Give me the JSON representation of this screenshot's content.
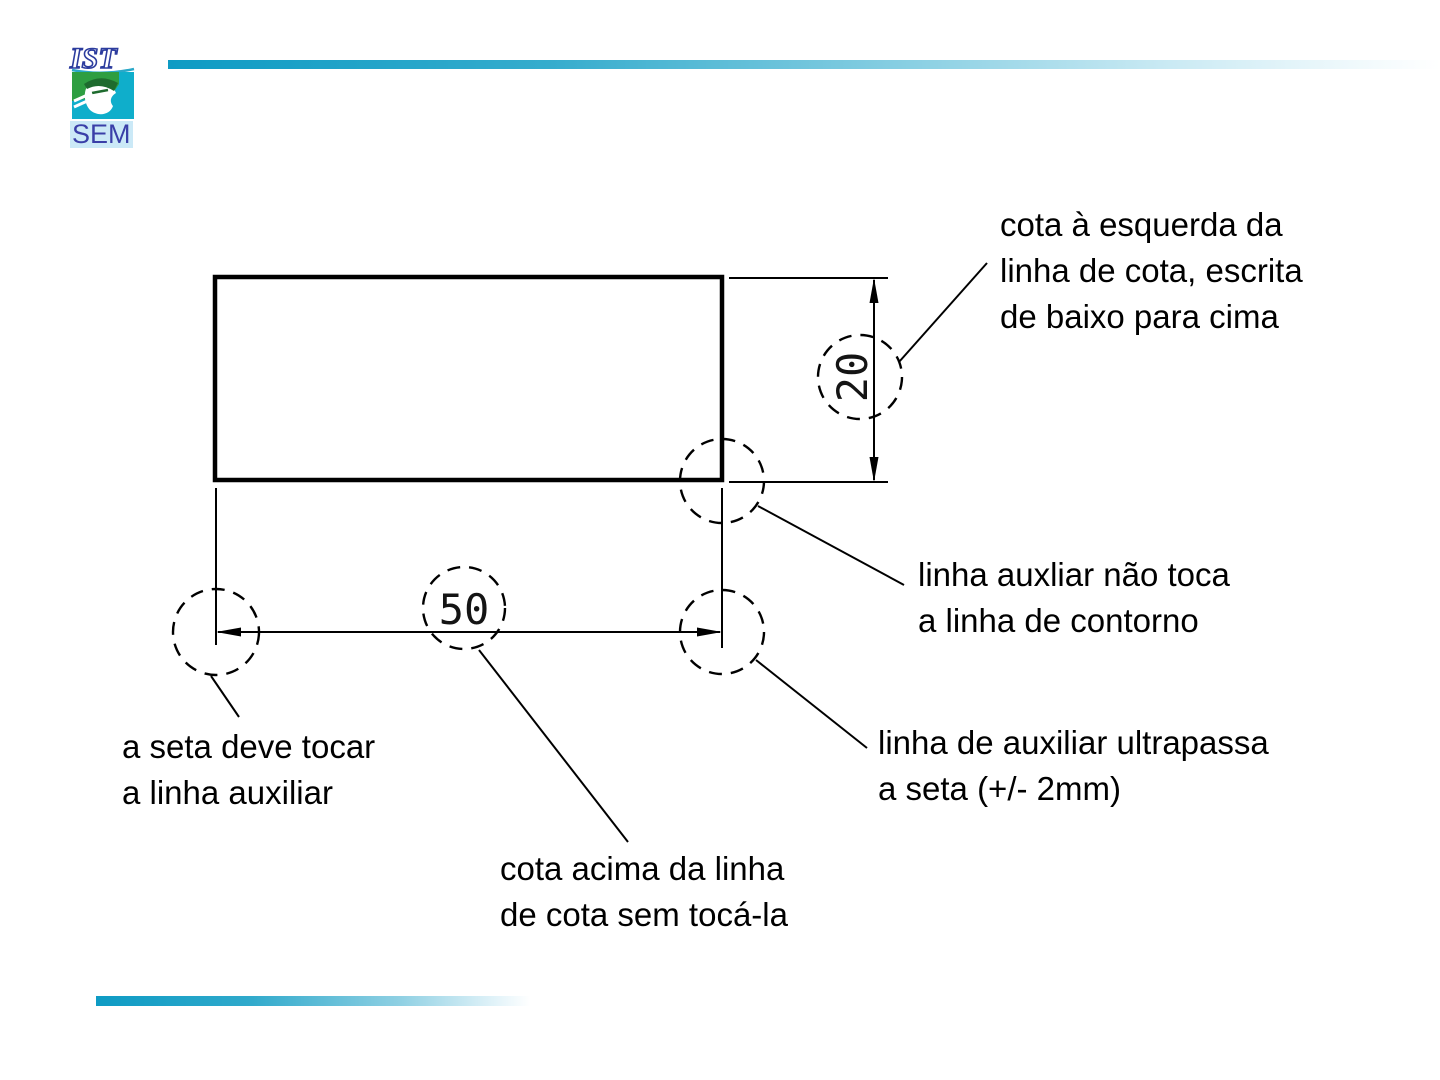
{
  "logo": {
    "institution": "IST",
    "department": "SEM"
  },
  "colors": {
    "bar_teal": "#0E9BC4",
    "logo_green": "#2E9E41",
    "logo_teal": "#0FAECB",
    "logo_blue": "#2C3C9E",
    "sem_blue": "#3A3FA8",
    "sem_bg": "#CBE9F7",
    "line_black": "#000000"
  },
  "drawing": {
    "dimension_width": "50",
    "dimension_height": "20"
  },
  "annotations": {
    "cota_esquerda": {
      "lines": [
        "cota à esquerda da",
        "linha de cota, escrita",
        "de baixo para cima"
      ]
    },
    "linha_nao_toca": {
      "lines": [
        "linha auxliar não toca",
        "a linha de contorno"
      ]
    },
    "seta_toca": {
      "lines": [
        "a seta deve tocar",
        "a linha auxiliar"
      ]
    },
    "cota_acima": {
      "lines": [
        "cota acima da linha",
        "de cota sem tocá-la"
      ]
    },
    "linha_ultrapassa": {
      "lines": [
        "linha de auxiliar ultrapassa",
        "a seta (+/- 2mm)"
      ]
    }
  }
}
